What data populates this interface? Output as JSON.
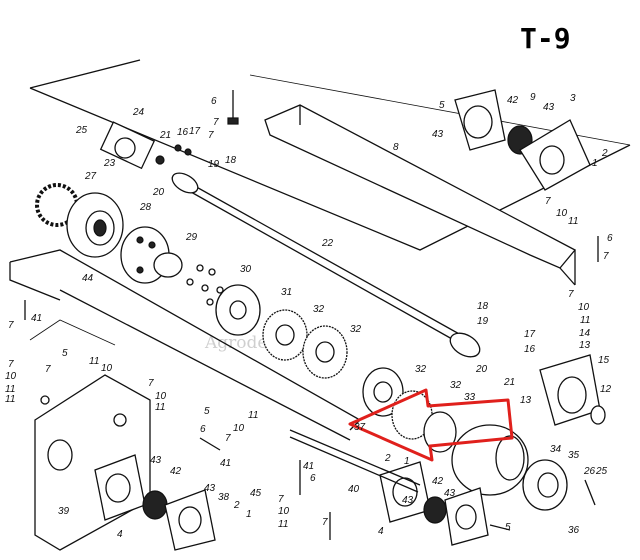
{
  "title": "T-9",
  "watermark": "Agrodetona",
  "colors": {
    "arrow": "#e0201c",
    "ink": "#111111"
  },
  "part_numbers": [
    "1",
    "2",
    "3",
    "4",
    "5",
    "6",
    "7",
    "8",
    "9",
    "10",
    "11",
    "12",
    "13",
    "14",
    "15",
    "16",
    "17",
    "18",
    "19",
    "20",
    "21",
    "22",
    "23",
    "24",
    "25",
    "26",
    "27",
    "28",
    "29",
    "30",
    "31",
    "32",
    "33",
    "34",
    "35",
    "36",
    "37",
    "38",
    "39",
    "40",
    "41",
    "42",
    "43",
    "44",
    "45"
  ]
}
